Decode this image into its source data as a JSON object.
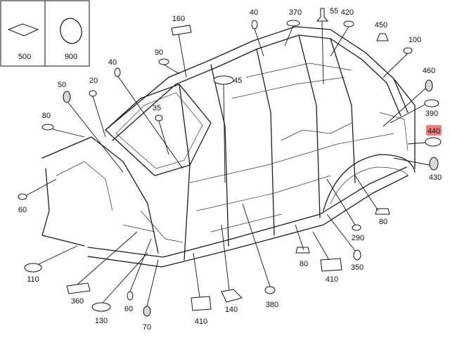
{
  "legend": {
    "items": [
      {
        "id": "500",
        "label": "500"
      },
      {
        "id": "900",
        "label": "900"
      }
    ]
  },
  "callouts": [
    {
      "label": "160"
    },
    {
      "label": "40"
    },
    {
      "label": "370"
    },
    {
      "label": "55"
    },
    {
      "label": "420"
    },
    {
      "label": "450"
    },
    {
      "label": "100"
    },
    {
      "label": "90"
    },
    {
      "label": "45"
    },
    {
      "label": "40"
    },
    {
      "label": "50"
    },
    {
      "label": "20"
    },
    {
      "label": "460"
    },
    {
      "label": "35"
    },
    {
      "label": "80"
    },
    {
      "label": "390"
    },
    {
      "label": "440",
      "highlight": true
    },
    {
      "label": "430"
    },
    {
      "label": "60"
    },
    {
      "label": "290"
    },
    {
      "label": "80"
    },
    {
      "label": "110"
    },
    {
      "label": "80"
    },
    {
      "label": "350"
    },
    {
      "label": "410"
    },
    {
      "label": "360"
    },
    {
      "label": "60"
    },
    {
      "label": "380"
    },
    {
      "label": "140"
    },
    {
      "label": "130"
    },
    {
      "label": "410"
    },
    {
      "label": "70"
    }
  ],
  "colors": {
    "highlight": "#f08080",
    "line": "#1a1a1a"
  }
}
